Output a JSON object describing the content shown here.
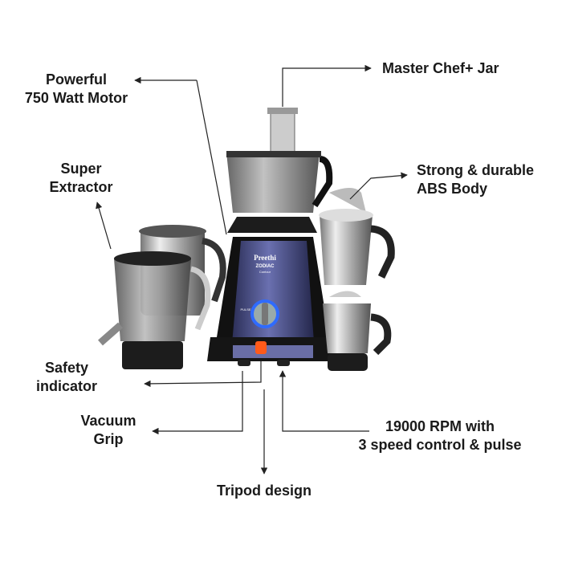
{
  "labels": {
    "motor": [
      "Powerful",
      "750 Watt Motor"
    ],
    "jar": [
      "Master Chef+ Jar"
    ],
    "extractor": [
      "Super",
      "Extractor"
    ],
    "body": [
      "Strong & durable",
      "ABS Body"
    ],
    "safety": [
      "Safety",
      "indicator"
    ],
    "grip": [
      "Vacuum",
      "Grip"
    ],
    "rpm": [
      "19000 RPM with",
      "3 speed control & pulse"
    ],
    "tripod": [
      "Tripod design"
    ]
  },
  "brand": {
    "name": "Preethi",
    "model": "ZODIAC",
    "sub": "Contour",
    "knob": "PULSE"
  },
  "colors": {
    "body": "#4a4f86",
    "knob_ring": "#2f6bff",
    "indicator": "#ff5a1a"
  }
}
